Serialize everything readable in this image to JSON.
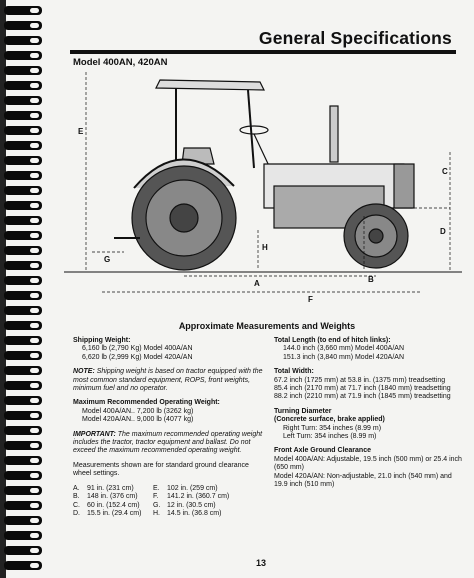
{
  "header": {
    "title": "General Specifications"
  },
  "model_title": "Model 400AN, 420AN",
  "diagram_labels": {
    "a": "A",
    "b": "B",
    "c": "C",
    "d": "D",
    "e": "E",
    "f": "F",
    "g": "G",
    "h": "H"
  },
  "section_heading": "Approximate Measurements and Weights",
  "shipping": {
    "title": "Shipping Weight:",
    "lines": [
      "6,160 lb (2,790 Kg) Model 400A/AN",
      "6,620 lb (2,999 Kg) Model 420A/AN"
    ]
  },
  "note": {
    "lead": "NOTE:",
    "text": "Shipping weight is based on tractor equipped with the most common standard equipment, ROPS, front weights, minimum fuel and no operator."
  },
  "max_weight": {
    "title": "Maximum Recommended Operating Weight:",
    "lines": [
      "Model 400A/AN.. 7,200 lb (3262 kg)",
      "Model 420A/AN.. 9,000 lb (4077 kg)"
    ]
  },
  "important": {
    "lead": "IMPORTANT:",
    "text": "The maximum recommended operating weight includes the tractor, tractor equipment and ballast. Do not exceed the maximum recommended operating weight."
  },
  "measurements_note": "Measurements shown are for standard ground clearance wheel settings.",
  "measurements": [
    {
      "letter": "A.",
      "value": "91 in. (231 cm)",
      "letter2": "E.",
      "value2": "102 in. (259 cm)"
    },
    {
      "letter": "B.",
      "value": "148 in. (376 cm)",
      "letter2": "F.",
      "value2": "141.2 in. (360.7 cm)"
    },
    {
      "letter": "C.",
      "value": "60 in. (152.4 cm)",
      "letter2": "G.",
      "value2": "12 in. (30.5 cm)"
    },
    {
      "letter": "D.",
      "value": "15.5 in. (29.4 cm)",
      "letter2": "H.",
      "value2": "14.5 in. (36.8 cm)"
    }
  ],
  "total_length": {
    "title": "Total Length (to end of hitch links):",
    "lines": [
      "144.0 inch (3,660 mm) Model 400A/AN",
      "151.3 inch (3,840 mm) Model 420A/AN"
    ]
  },
  "total_width": {
    "title": "Total Width:",
    "lines": [
      "67.2 inch (1725 mm) at 53.8 in. (1375 mm) treadsetting",
      "85.4 inch (2170 mm) at 71.7 inch (1840 mm) treadsetting",
      "88.2 inch (2210 mm) at 71.9 inch (1845 mm) treadsetting"
    ]
  },
  "turning": {
    "title": "Turning Diameter",
    "subtitle": "(Concrete surface, brake applied)",
    "lines": [
      "Right Turn: 354 inches (8.99 m)",
      "Left Turn: 354 inches (8.99 m)"
    ]
  },
  "clearance": {
    "title": "Front Axle Ground Clearance",
    "lines": [
      "Model 400A/AN: Adjustable, 19.5 inch (500 mm) or 25.4 inch (650 mm)",
      "Model 420A/AN: Non-adjustable, 21.0 inch (540 mm) and 19.9 inch (510 mm)"
    ]
  },
  "page_number": "13"
}
